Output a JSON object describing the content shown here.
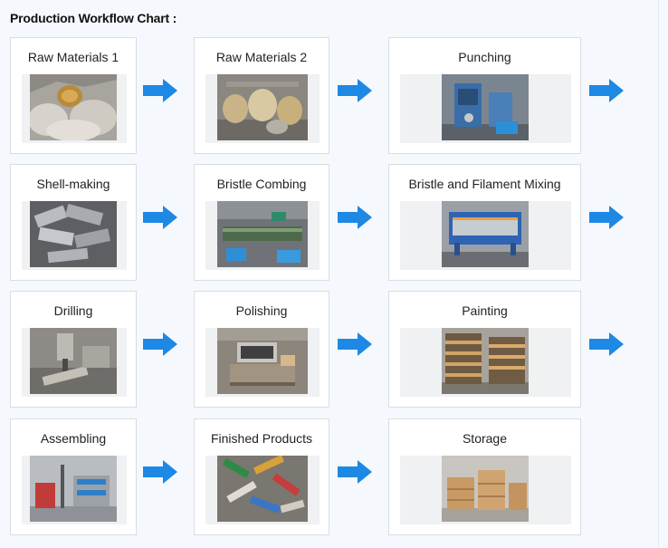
{
  "title": "Production Workflow Chart :",
  "colors": {
    "accent": "#1e88e5",
    "card_border": "#d8dde3",
    "background": "#f5f9fd"
  },
  "steps": [
    {
      "label": "Raw Materials 1"
    },
    {
      "label": "Raw Materials 2"
    },
    {
      "label": "Punching"
    },
    {
      "label": "Shell-making"
    },
    {
      "label": "Bristle Combing"
    },
    {
      "label": "Bristle and Filament Mixing"
    },
    {
      "label": "Drilling"
    },
    {
      "label": "Polishing"
    },
    {
      "label": "Painting"
    },
    {
      "label": "Assembling"
    },
    {
      "label": "Finished Products"
    },
    {
      "label": "Storage"
    }
  ]
}
